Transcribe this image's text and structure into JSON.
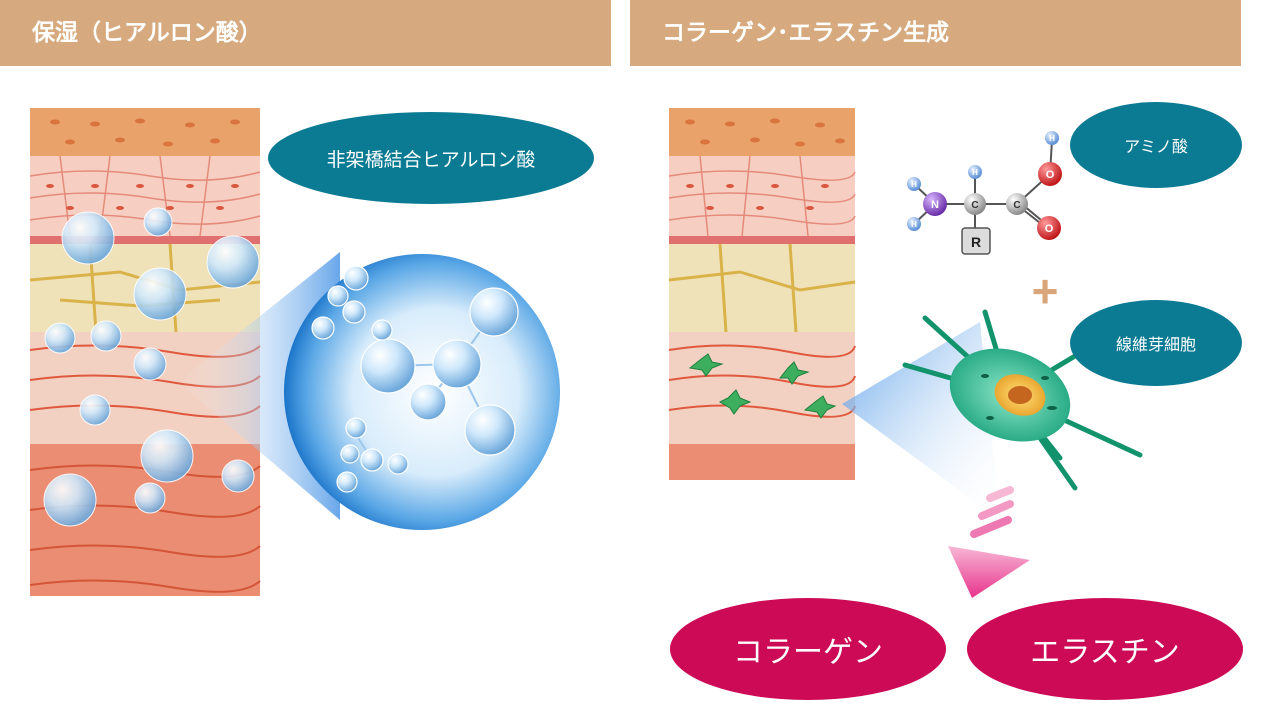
{
  "headers": {
    "left": "保湿（ヒアルロン酸）",
    "right": "コラーゲン･エラスチン生成"
  },
  "labels": {
    "hyaluronic": "非架橋結合ヒアルロン酸",
    "amino_acid": "アミノ酸",
    "fibroblast": "線維芽細胞",
    "collagen": "コラーゲン",
    "elastin": "エラスチン",
    "plus": "+"
  },
  "molecule": {
    "atoms": {
      "h": "H",
      "n": "N",
      "c": "C",
      "o": "O",
      "r": "R"
    }
  },
  "colors": {
    "header_bg": "#d6aa7e",
    "teal": "#0b7a93",
    "magenta": "#cc0a56",
    "skin_top": "#e9a26a",
    "cells": "#f6cfc2",
    "dermis_top": "#efe2b8",
    "dermis_mid": "#f2d1c2",
    "dermis_bottom": "#eb8d72"
  }
}
